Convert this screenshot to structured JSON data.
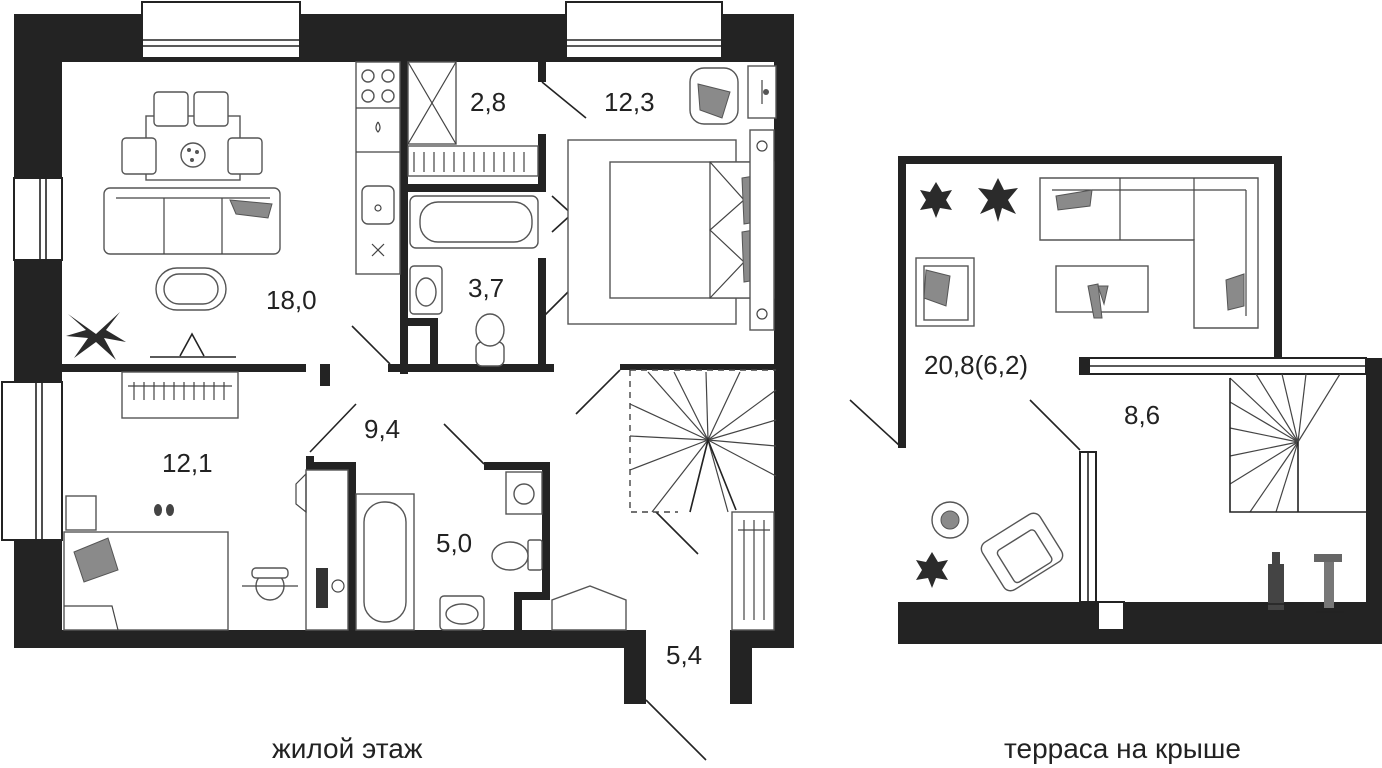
{
  "floor_plan": {
    "main_floor": {
      "caption": "жилой этаж",
      "rooms": [
        {
          "id": "living",
          "area": "18,0"
        },
        {
          "id": "wardrobe",
          "area": "2,8"
        },
        {
          "id": "bedroom",
          "area": "12,3"
        },
        {
          "id": "bathroom-1",
          "area": "3,7"
        },
        {
          "id": "hall",
          "area": "9,4"
        },
        {
          "id": "bedroom-2",
          "area": "12,1"
        },
        {
          "id": "bathroom-2",
          "area": "5,0"
        },
        {
          "id": "entrance",
          "area": "5,4"
        }
      ]
    },
    "roof_terrace": {
      "caption": "терраса на крыше",
      "rooms": [
        {
          "id": "terrace",
          "area": "20,8(6,2)"
        },
        {
          "id": "stair-room",
          "area": "8,6"
        }
      ]
    }
  }
}
